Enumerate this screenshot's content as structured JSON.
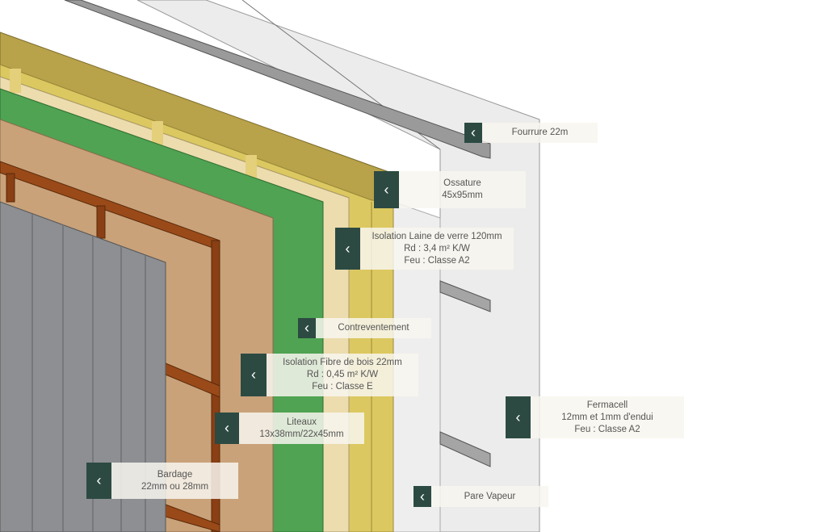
{
  "labels": {
    "fourrure": {
      "lines": [
        "Fourrure 22m"
      ]
    },
    "ossature": {
      "lines": [
        "Ossature",
        "45x95mm"
      ]
    },
    "laine": {
      "lines": [
        "Isolation Laine de verre 120mm",
        "Rd : 3,4 m² K/W",
        "Feu : Classe A2"
      ]
    },
    "contreventement": {
      "lines": [
        "Contreventement"
      ]
    },
    "fibre": {
      "lines": [
        "Isolation Fibre de bois 22mm",
        "Rd : 0,45 m² K/W",
        "Feu : Classe E"
      ]
    },
    "liteaux": {
      "lines": [
        "Liteaux",
        "13x38mm/22x45mm"
      ]
    },
    "bardage": {
      "lines": [
        "Bardage",
        "22mm ou 28mm"
      ]
    },
    "fermacell": {
      "lines": [
        "Fermacell",
        "12mm et 1mm d'endui",
        "Feu : Classe A2"
      ]
    },
    "pare_vapeur": {
      "lines": [
        "Pare Vapeur"
      ]
    }
  },
  "icons": {
    "toggle": "chevron-left-icon"
  },
  "colors": {
    "accent": "#2c4a42",
    "green": "#4fa352",
    "yellow": "#d9c25a",
    "tan": "#c9a27a",
    "batten": "#8a3f14",
    "cladding": "#8d8f92"
  }
}
